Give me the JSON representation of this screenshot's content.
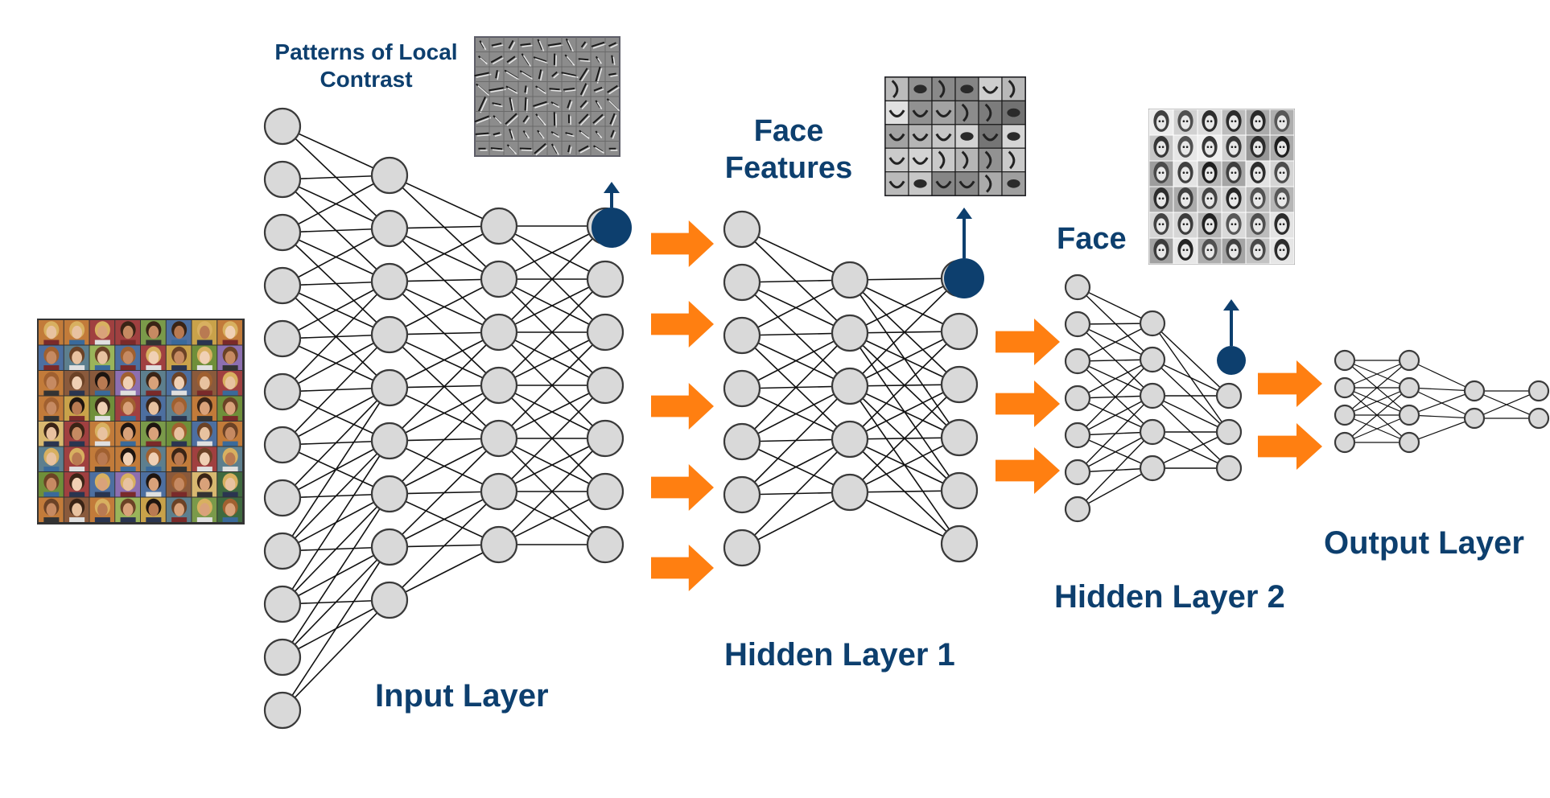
{
  "labels": {
    "input_layer": "Input Layer",
    "hidden_layer_1": "Hidden Layer 1",
    "hidden_layer_2": "Hidden Layer 2",
    "output_layer": "Output Layer",
    "patterns_line1": "Patterns of Local",
    "patterns_line2": "Contrast",
    "face_features_line1": "Face",
    "face_features_line2": "Features",
    "face": "Face"
  },
  "colors": {
    "accent_blue": "#0d3f6e",
    "arrow_orange": "#ff7f11",
    "node_fill": "#d9d9d9",
    "node_stroke": "#3a3a3a",
    "edge": "#111111"
  },
  "images": {
    "input_faces": "face-photo-grid",
    "local_contrast": "edge-filter-grid",
    "face_features": "face-part-grid",
    "faces": "sketched-face-grid"
  }
}
